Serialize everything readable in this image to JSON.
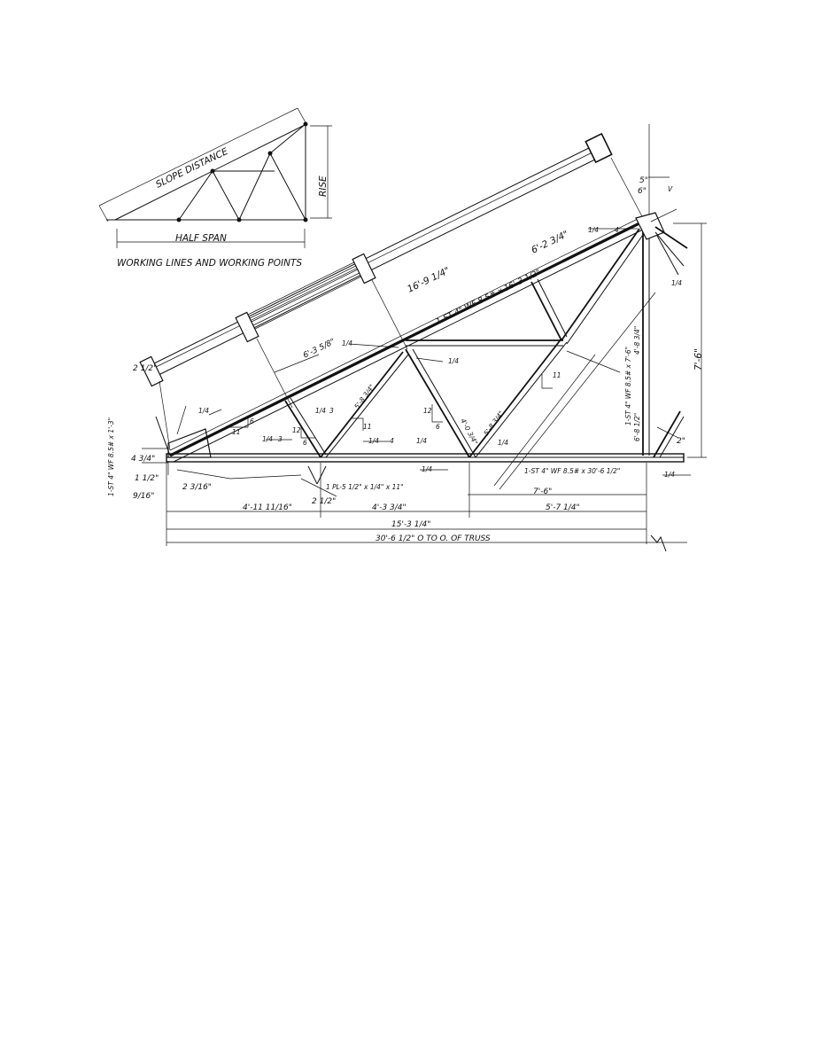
{
  "inset": {
    "slope_label": "SLOPE DISTANCE",
    "rise_label": "RISE",
    "half_span_label": "HALF SPAN",
    "caption": "WORKING LINES AND WORKING POINTS"
  },
  "dimensions": {
    "panel_1": "4'-11 11/16\"",
    "panel_2": "4'-3 3/4\"",
    "panel_3": "5'-7 1/4\"",
    "half_span": "15'-3 1/4\"",
    "full_span": "30'-6 1/2\" O TO O. OF TRUSS",
    "right_7_6": "7'-6\"",
    "rise": "7'-6\"",
    "top_slope": "16'-9 1/4\"",
    "top_slope_right": "6'-2 3/4\"",
    "top_slope_left": "6'-3 5/8\"",
    "heel_thickness": "4 3/4\"",
    "heel_offset": "2 1/2\"",
    "gusset_a": "1 1/2\"",
    "gusset_b": "9/16\"",
    "gusset_c": "2 3/16\"",
    "gusset_d": "2 1/2\"",
    "peak_a": "5\"",
    "peak_b": "6\"",
    "vert_a": "4'-8 3/4\"",
    "vert_b": "6'-8 1/2\"",
    "web_a": "5'-8 3/4\"",
    "web_b": "5'-8 3/4\"",
    "web_c": "4'-0 3/4\"",
    "right_bottom": "2\""
  },
  "members": {
    "top_chord": "1-ST 4\" WF 8.5# x 16'-3 1/2\"",
    "bottom_chord": "1-ST 4\" WF 8.5# x 30'-6 1/2\"",
    "left_chord_vert": "1-ST 4\" WF 8.5# x 1'-3\"",
    "plate": "1 PL-5 1/2\" x 1/4\" x 11\"",
    "vertical": "1-ST 4\" WF 8.5# x 7'-6\""
  },
  "weld_symbols": {
    "w1": "1/4",
    "w2": "3",
    "w3": "4",
    "w4": "6",
    "w5": "12",
    "w6": "11",
    "w7": "V"
  },
  "slope_marks": {
    "s12": "12",
    "s6": "6",
    "s11": "11"
  }
}
